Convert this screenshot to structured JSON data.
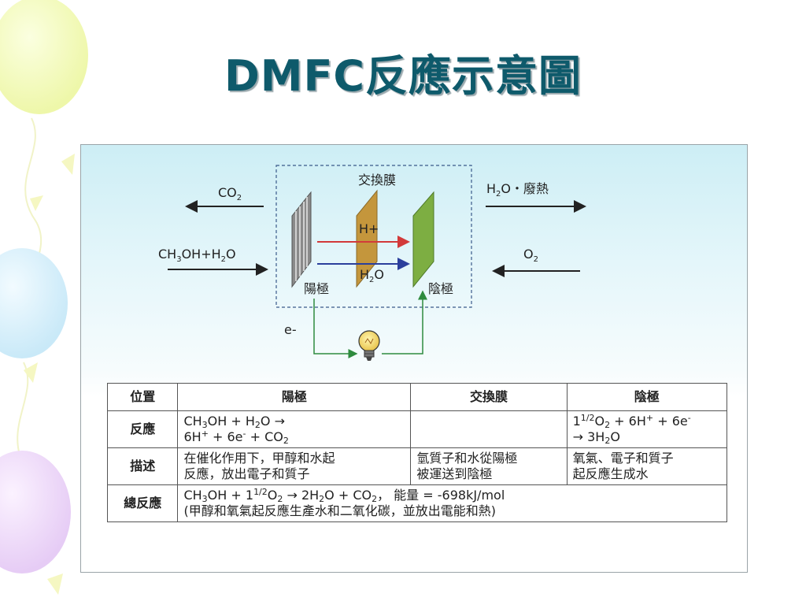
{
  "title": "DMFC反應示意圖",
  "diagram": {
    "membrane_label": "交換膜",
    "co2": {
      "main": "CO",
      "sub": "2"
    },
    "h2o_heat": {
      "a": "H",
      "sub": "2",
      "b": "O・廢熱"
    },
    "methanol_water": {
      "a": "CH",
      "sub1": "3",
      "b": "OH+H",
      "sub2": "2",
      "c": "O"
    },
    "oxygen": {
      "main": "O",
      "sub": "2"
    },
    "hplus": "H+",
    "water": {
      "a": "H",
      "sub": "2",
      "b": "O"
    },
    "anode_label": "陽極",
    "cathode_label": "陰極",
    "electron": "e-",
    "colors": {
      "anode": "#8a8a8a",
      "membrane": "#c4963c",
      "cathode": "#7dae42",
      "hplus_arrow": "#d23a3a",
      "water_arrow": "#2b3f9c",
      "circuit": "#2e8b3e"
    }
  },
  "table": {
    "headers": [
      "位置",
      "陽極",
      "交換膜",
      "陰極"
    ],
    "reaction": {
      "label": "反應",
      "anode_line1": {
        "a": "CH",
        "s1": "3",
        "b": "OH + H",
        "s2": "2",
        "c": "O →"
      },
      "anode_line2": {
        "a": "6H",
        "sup1": "+",
        "b": " + 6e",
        "sup2": "-",
        "c": " + CO",
        "s3": "2"
      },
      "cathode_line1": {
        "a": "1",
        "frac": "1/2",
        "b": "O",
        "s1": "2",
        "c": " + 6H",
        "sup1": "+",
        "d": " + 6e",
        "sup2": "-"
      },
      "cathode_line2": {
        "a": "→ 3H",
        "s1": "2",
        "b": "O"
      }
    },
    "description": {
      "label": "描述",
      "anode_line1": "在催化作用下，甲醇和水起",
      "anode_line2": "反應，放出電子和質子",
      "membrane_line1": "氫質子和水從陽極",
      "membrane_line2": "被運送到陰極",
      "cathode_line1": "氧氣、電子和質子",
      "cathode_line2": "起反應生成水"
    },
    "overall": {
      "label": "總反應",
      "line1": {
        "a": "CH",
        "s1": "3",
        "b": "OH + 1",
        "frac": "1/2",
        "c": "O",
        "s2": "2",
        "d": " → 2H",
        "s3": "2",
        "e": "O + CO",
        "s4": "2",
        "f": "，  能量 = -698kJ/mol"
      },
      "line2": "(甲醇和氧氣起反應生產水和二氧化碳，並放出電能和熱)"
    }
  }
}
